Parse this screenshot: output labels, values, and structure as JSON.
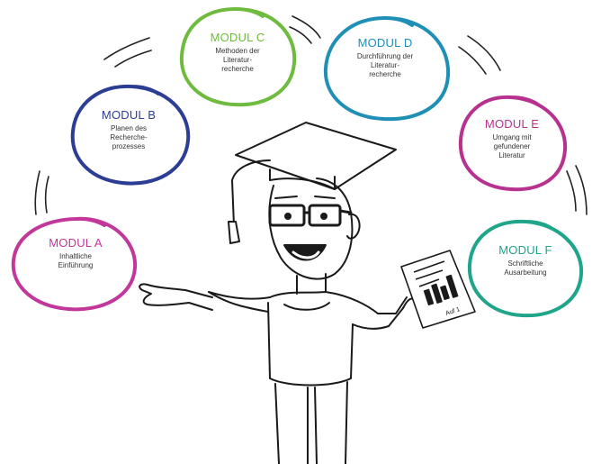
{
  "modules": [
    {
      "id": "a",
      "title": "MODUL A",
      "subtitle": "Inhaltliche\nEinführung",
      "color": "#c2379a"
    },
    {
      "id": "b",
      "title": "MODUL B",
      "subtitle": "Planen des\nRecherche-\nprozesses",
      "color": "#2c3e93"
    },
    {
      "id": "c",
      "title": "MODUL C",
      "subtitle": "Methoden der\nLiteratur-\nrecherche",
      "color": "#6fbb3f"
    },
    {
      "id": "d",
      "title": "MODUL D",
      "subtitle": "Durchführung der\nLiteratur-\nrecherche",
      "color": "#1f8fb5"
    },
    {
      "id": "e",
      "title": "MODUL E",
      "subtitle": "Umgang mit\ngefundener\nLiteratur",
      "color": "#b8318f"
    },
    {
      "id": "f",
      "title": "MODUL F",
      "subtitle": "Schriftliche\nAusarbeitung",
      "color": "#1fa58a"
    }
  ],
  "paper": {
    "label": "Auf 1"
  },
  "icons": {
    "character": "student-character-icon",
    "hat": "graduation-cap-icon",
    "paper": "report-paper-icon"
  }
}
